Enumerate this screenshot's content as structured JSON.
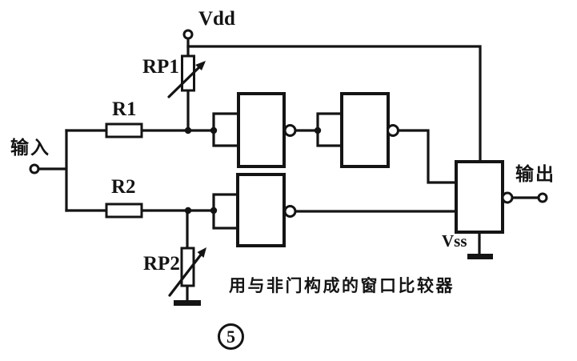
{
  "figure": {
    "labels": {
      "vdd": "Vdd",
      "rp1": "RP1",
      "r1": "R1",
      "input": "输入",
      "r2": "R2",
      "rp2": "RP2",
      "output": "输出",
      "vss": "Vss"
    },
    "caption": "用与非门构成的窗口比较器",
    "figure_number": "5",
    "colors": {
      "ink": "#141414",
      "paper": "#ffffff"
    }
  }
}
